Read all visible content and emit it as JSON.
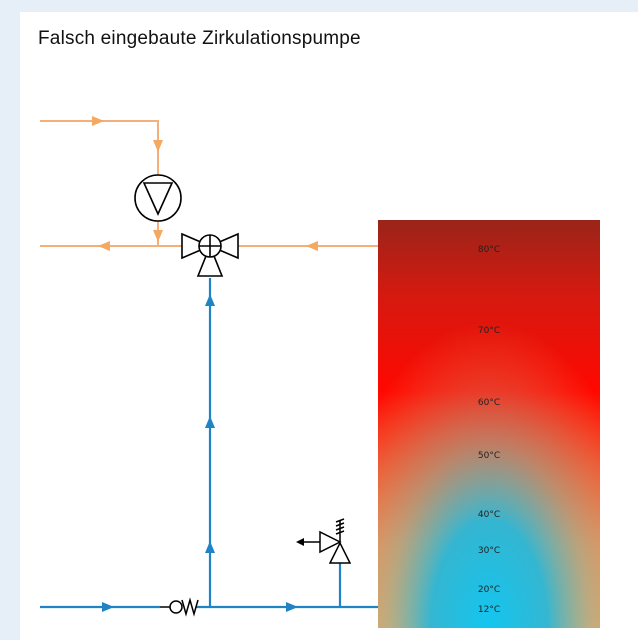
{
  "title": "Falsch eingebaute Zirkulationspumpe",
  "colors": {
    "hot_pipe": "#f4b07a",
    "cold_pipe": "#1f83c6",
    "symbol": "#000000",
    "tank_top": "#a82018",
    "tank_mid": "#ff0a00",
    "tank_bottom": "#1fc0e8"
  },
  "tank": {
    "temperature_labels": [
      "80°C",
      "70°C",
      "60°C",
      "50°C",
      "40°C",
      "30°C",
      "20°C",
      "12°C"
    ]
  },
  "symbols": [
    "circulation-pump",
    "three-way-mixing-valve",
    "safety-valve",
    "check-valve"
  ]
}
